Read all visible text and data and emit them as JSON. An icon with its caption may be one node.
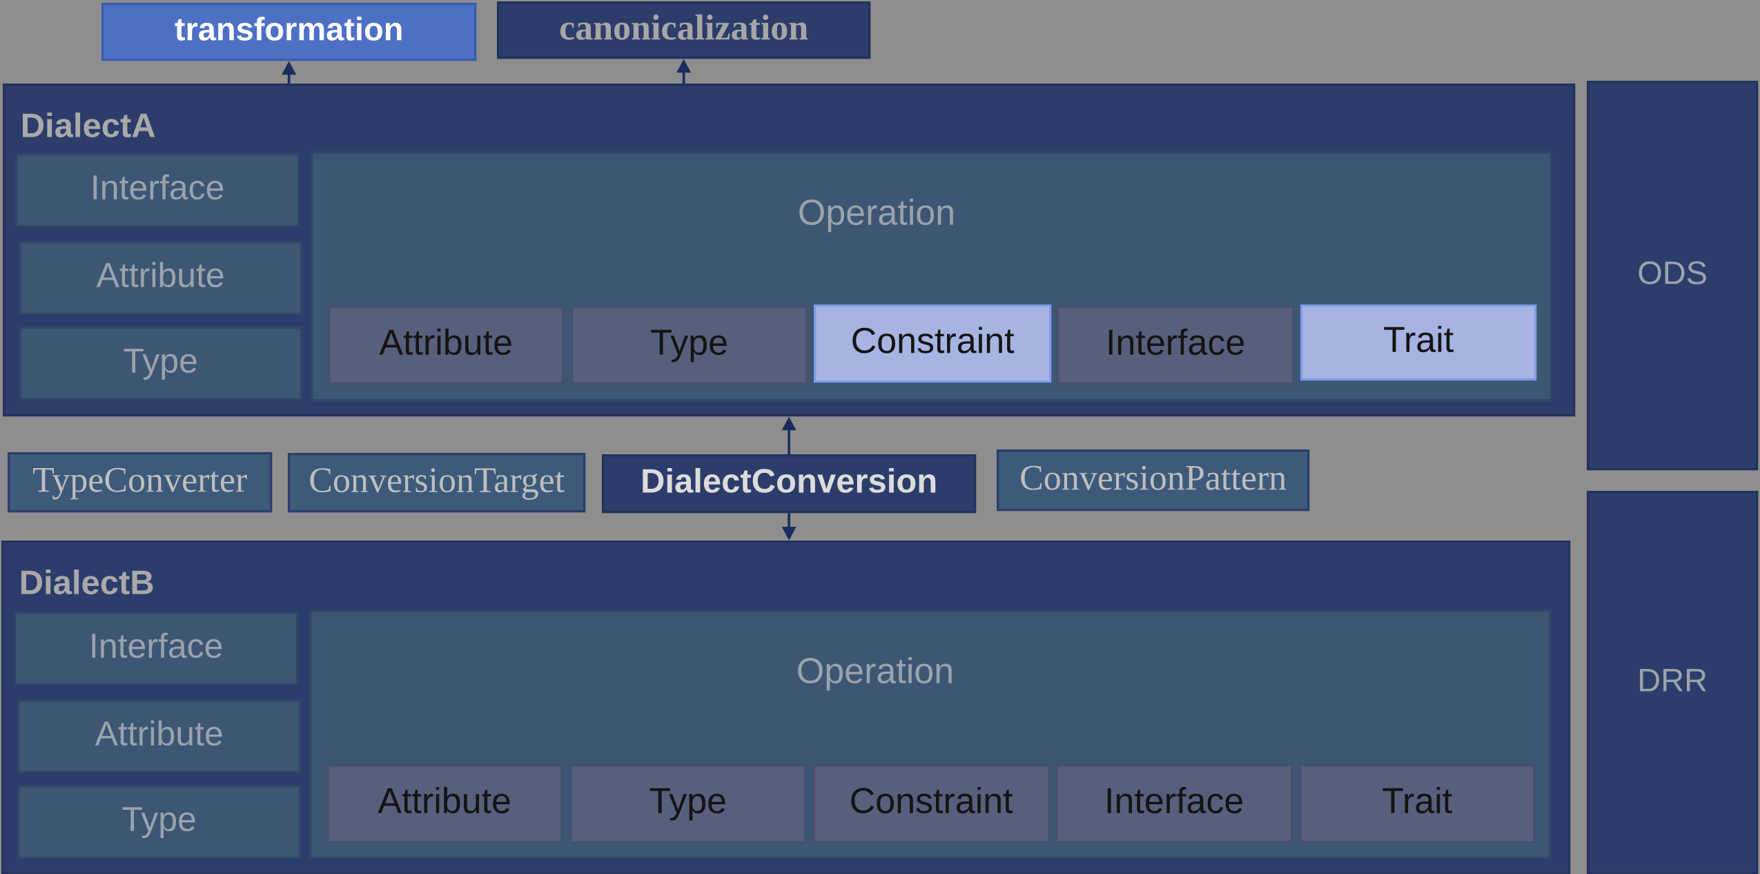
{
  "diagram": {
    "nodes": [
      {
        "text": [
          "transformation"
        ]
      },
      {
        "text": [
          "canonicalization"
        ]
      },
      {
        "text": [
          "DialectA"
        ]
      },
      {
        "text": [
          "Interface"
        ],
        "in": 2
      },
      {
        "text": [
          "Attribute"
        ],
        "in": 2
      },
      {
        "text": [
          "Type"
        ],
        "in": 2
      },
      {
        "text": [
          "Operation"
        ],
        "in": 2
      },
      {
        "text": [
          "Attribute"
        ],
        "in": 6
      },
      {
        "text": [
          "Type"
        ],
        "in": 6
      },
      {
        "text": [
          "Constraint"
        ],
        "in": 6
      },
      {
        "text": [
          "Interface"
        ],
        "in": 6
      },
      {
        "text": [
          "Trait"
        ],
        "in": 6
      },
      {
        "text": [
          "ODS"
        ]
      },
      {
        "text": [
          "TypeConverter"
        ]
      },
      {
        "text": [
          "ConversionTarget"
        ]
      },
      {
        "text": [
          "DialectConversion"
        ]
      },
      {
        "text": [
          "ConversionPattern"
        ]
      },
      {
        "text": [
          "DialectB"
        ]
      },
      {
        "text": [
          "Interface"
        ],
        "in": 17
      },
      {
        "text": [
          "Attribute"
        ],
        "in": 17
      },
      {
        "text": [
          "Type"
        ],
        "in": 17
      },
      {
        "text": [
          "Operation"
        ],
        "in": 17
      },
      {
        "text": [
          "Attribute"
        ],
        "in": 21
      },
      {
        "text": [
          "Type"
        ],
        "in": 21
      },
      {
        "text": [
          "Constraint"
        ],
        "in": 21
      },
      {
        "text": [
          "Interface"
        ],
        "in": 21
      },
      {
        "text": [
          "Trait"
        ],
        "in": 21
      },
      {
        "text": [
          "DRR"
        ]
      }
    ],
    "edges": [
      {
        "from": 2,
        "to": 0,
        "arrow": "to"
      },
      {
        "from": 2,
        "to": 1,
        "arrow": "to"
      },
      {
        "from": 15,
        "to": 2,
        "arrow": "to"
      },
      {
        "from": 15,
        "to": 17,
        "arrow": "to"
      }
    ]
  }
}
